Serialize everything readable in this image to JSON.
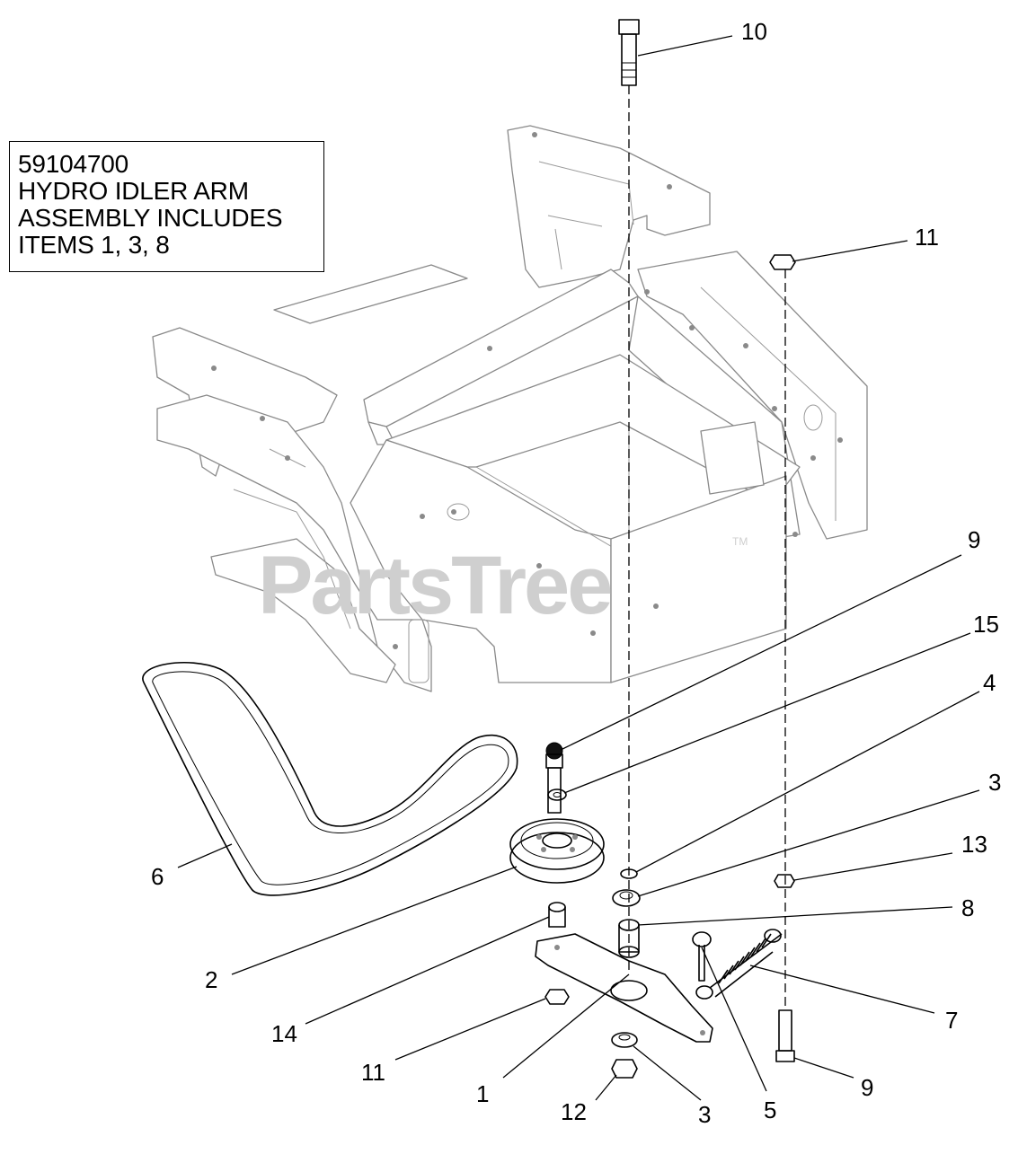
{
  "note_box": {
    "lines": [
      "59104700",
      "HYDRO IDLER ARM",
      "ASSEMBLY INCLUDES",
      "ITEMS 1, 3, 8"
    ]
  },
  "watermark": {
    "text": "PartsTree",
    "trademark": "TM"
  },
  "callouts": {
    "c10": "10",
    "c11_top": "11",
    "c9_top": "9",
    "c15": "15",
    "c4": "4",
    "c3_right": "3",
    "c13": "13",
    "c8": "8",
    "c6": "6",
    "c2": "2",
    "c7": "7",
    "c14": "14",
    "c11_bottom": "11",
    "c1": "1",
    "c12": "12",
    "c3_bottom": "3",
    "c5": "5",
    "c9_bottom": "9"
  }
}
